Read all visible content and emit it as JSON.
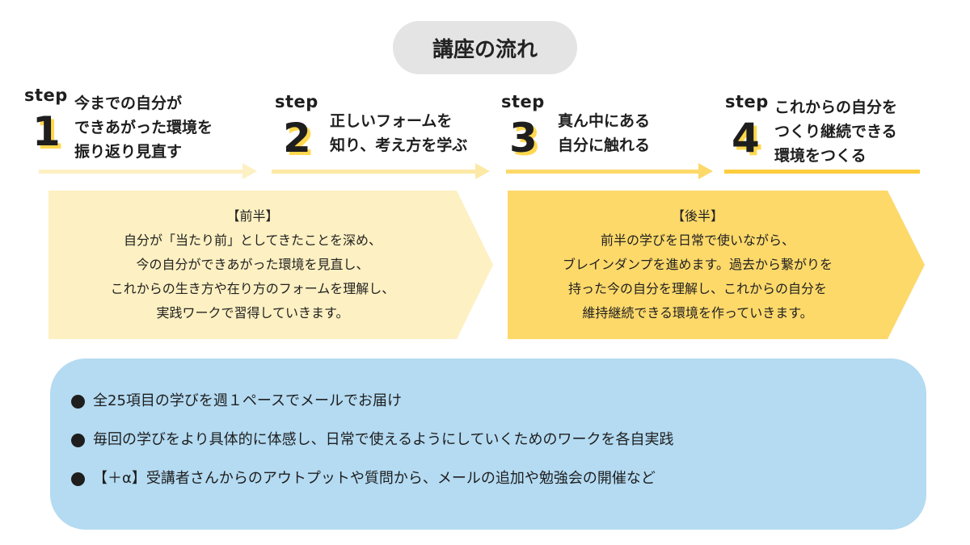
{
  "title": "講座の流れ",
  "colors": {
    "accent_light": "#fdf0c2",
    "accent_mid": "#fdd96a",
    "accent_strong": "#fecd3f",
    "info_bg": "#b4dbf2"
  },
  "steps": [
    {
      "word": "step",
      "number": "1",
      "lines": [
        "今までの自分が",
        "できあがった環境を",
        "振り返り見直す"
      ]
    },
    {
      "word": "step",
      "number": "2",
      "lines": [
        "正しいフォームを",
        "知り、考え方を学ぶ"
      ]
    },
    {
      "word": "step",
      "number": "3",
      "lines": [
        "真ん中にある",
        "自分に触れる"
      ]
    },
    {
      "word": "step",
      "number": "4",
      "lines": [
        "これからの自分を",
        "つくり継続できる",
        "環境をつくる"
      ]
    }
  ],
  "phases": [
    {
      "heading": "【前半】",
      "lines": [
        "自分が「当たり前」としてきたことを深め、",
        "今の自分ができあがった環境を見直し、",
        "これからの生き方や在り方のフォームを理解し、",
        "実践ワークで習得していきます。"
      ]
    },
    {
      "heading": "【後半】",
      "lines": [
        "前半の学びを日常で使いながら、",
        "ブレインダンプを進めます。過去から繋がりを",
        "持った今の自分を理解し、これからの自分を",
        "維持継続できる環境を作っていきます。"
      ]
    }
  ],
  "info": [
    "全25項目の学びを週１ペースでメールでお届け",
    "毎回の学びをより具体的に体感し、日常で使えるようにしていくためのワークを各自実践",
    "【＋α】受講者さんからのアウトプットや質問から、メールの追加や勉強会の開催など"
  ]
}
